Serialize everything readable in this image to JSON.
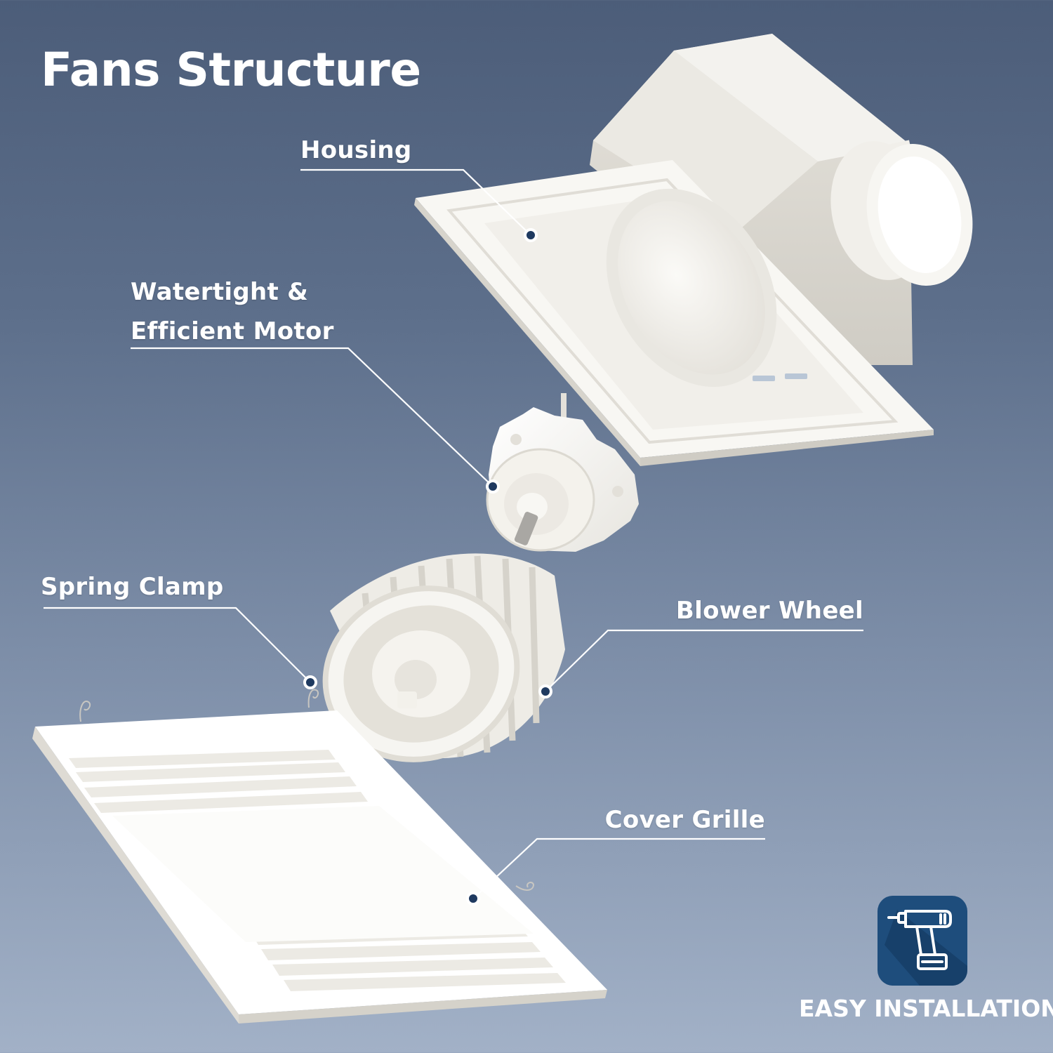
{
  "title": "Fans Structure",
  "parts": {
    "housing": "Housing",
    "motor_line1": "Watertight &",
    "motor_line2": "Efficient Motor",
    "spring_clamp": "Spring Clamp",
    "blower_wheel": "Blower Wheel",
    "cover_grille": "Cover Grille"
  },
  "badge": {
    "icon": "drill-icon",
    "label": "EASY INSTALLATION"
  },
  "colors": {
    "background_top": "#4c5d79",
    "background_bottom": "#a2b1c7",
    "text": "#ffffff",
    "badge": "#1e4d7c",
    "callout_dot": "#1f3a60"
  }
}
